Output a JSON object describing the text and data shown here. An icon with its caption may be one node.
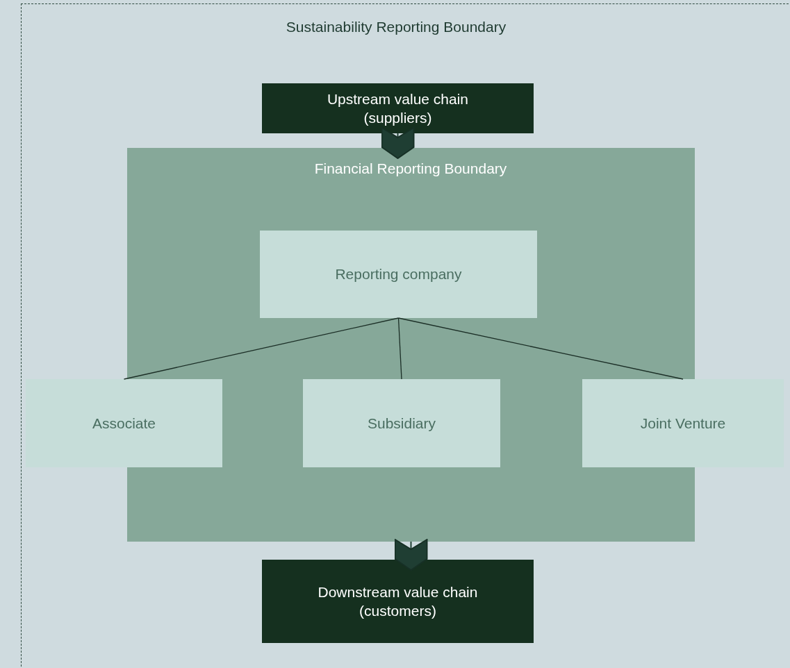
{
  "diagram": {
    "nodes": [
      {
        "text": [
          "Sustainability Reporting Boundary"
        ]
      },
      {
        "text": [
          "Upstream value chain (suppliers)"
        ],
        "in": 0
      },
      {
        "text": [
          "Financial Reporting Boundary"
        ],
        "in": 0
      },
      {
        "text": [
          "Reporting company"
        ],
        "in": 2
      },
      {
        "text": [
          "Associate"
        ],
        "in": 0
      },
      {
        "text": [
          "Subsidiary"
        ],
        "in": 2
      },
      {
        "text": [
          "Joint Venture"
        ],
        "in": 0
      },
      {
        "text": [
          "Downstream value chain (customers)"
        ],
        "in": 0
      }
    ],
    "edges": [
      {
        "from": 1,
        "to": 2,
        "arrow": "to"
      },
      {
        "from": 2,
        "to": 7,
        "arrow": "to"
      },
      {
        "from": 3,
        "to": 4,
        "arrow": "none"
      },
      {
        "from": 3,
        "to": 5,
        "arrow": "none"
      },
      {
        "from": 3,
        "to": 6,
        "arrow": "none"
      }
    ]
  }
}
